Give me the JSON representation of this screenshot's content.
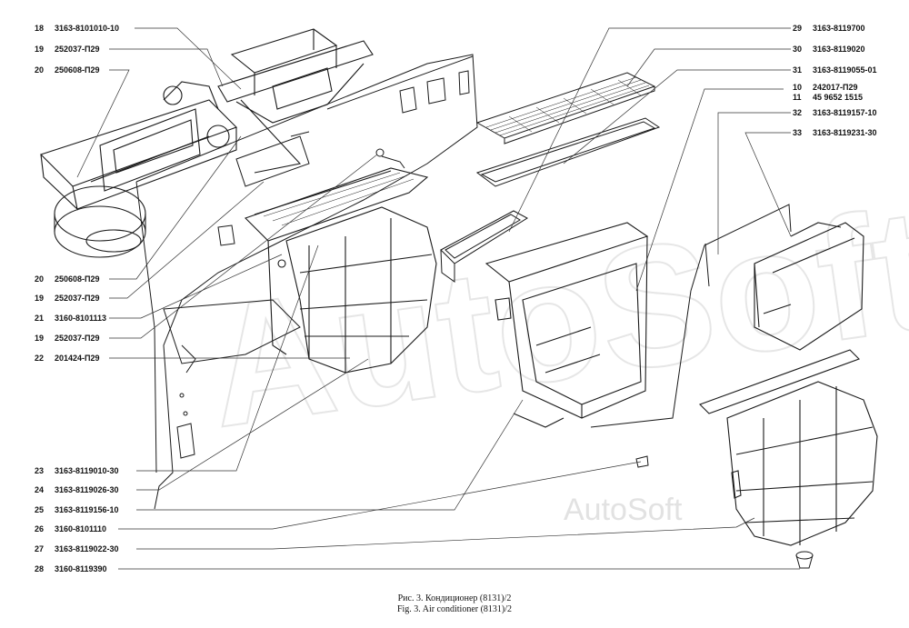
{
  "callouts_left": [
    {
      "num": "18",
      "code": "3163-8101010-10"
    },
    {
      "num": "19",
      "code": "252037-П29"
    },
    {
      "num": "20",
      "code": "250608-П29"
    },
    {
      "num": "20",
      "code": "250608-П29"
    },
    {
      "num": "19",
      "code": "252037-П29"
    },
    {
      "num": "21",
      "code": "3160-8101113"
    },
    {
      "num": "19",
      "code": "252037-П29"
    },
    {
      "num": "22",
      "code": "201424-П29"
    },
    {
      "num": "23",
      "code": "3163-8119010-30"
    },
    {
      "num": "24",
      "code": "3163-8119026-30"
    },
    {
      "num": "25",
      "code": "3163-8119156-10"
    },
    {
      "num": "26",
      "code": "3160-8101110"
    },
    {
      "num": "27",
      "code": "3163-8119022-30"
    },
    {
      "num": "28",
      "code": "3160-8119390"
    }
  ],
  "callouts_right": [
    {
      "num": "29",
      "code": "3163-8119700"
    },
    {
      "num": "30",
      "code": "3163-8119020"
    },
    {
      "num": "31",
      "code": "3163-8119055-01"
    },
    {
      "num": "10",
      "code": "242017-П29"
    },
    {
      "num": "11",
      "code": "45 9652 1515"
    },
    {
      "num": "32",
      "code": "3163-8119157-10"
    },
    {
      "num": "33",
      "code": "3163-8119231-30"
    }
  ],
  "caption": {
    "ru": "Рис. 3. Кондиционер (8131)/2",
    "en": "Fig. 3. Air conditioner (8131)/2"
  },
  "watermark": {
    "large": "AutoSoft",
    "small": "AutoSoft"
  },
  "colors": {
    "line": "#1a1a1a",
    "leader": "#333333",
    "watermark": "#e6e6e6"
  }
}
